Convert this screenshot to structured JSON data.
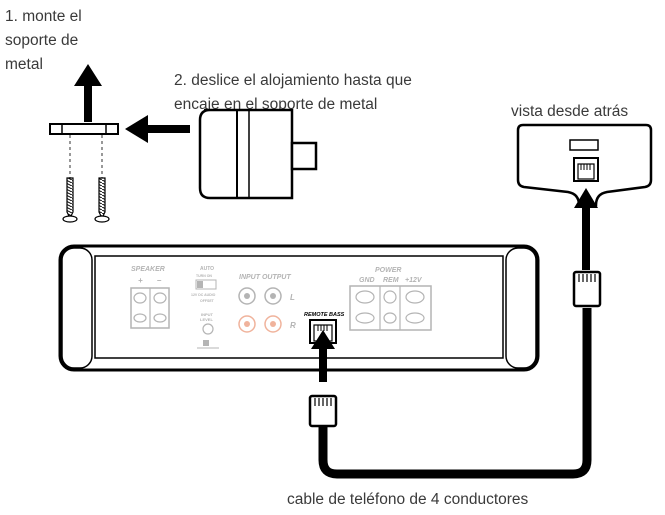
{
  "steps": {
    "step1_line1": "1. monte el",
    "step1_line2": "soporte de",
    "step1_line3": "metal",
    "step2_line1": "2. deslice el alojamiento hasta que",
    "step2_line2": "encaje en el soporte de metal"
  },
  "view_label": "vista desde atrás",
  "cable_label": "cable de teléfono de 4 conductores",
  "panel": {
    "speaker": "SPEAKER",
    "speaker_plus": "+",
    "speaker_minus": "–",
    "auto": "AUTO",
    "turn_on": "TURN ON",
    "mode_opts": "12V  DC  AUDIO",
    "offset": "OFFSET",
    "input_level": "INPUT",
    "input_level2": "LEVEL",
    "input_output": "INPUT  OUTPUT",
    "ch_l": "L",
    "ch_r": "R",
    "remote_bass": "REMOTE BASS",
    "power": "POWER",
    "gnd": "GND",
    "rem": "REM",
    "v12": "+12V"
  },
  "colors": {
    "line": "#000000",
    "panel_gray": "#b4b4b4",
    "text": "#3a3a3a",
    "rca_red": "#f0b39c"
  }
}
